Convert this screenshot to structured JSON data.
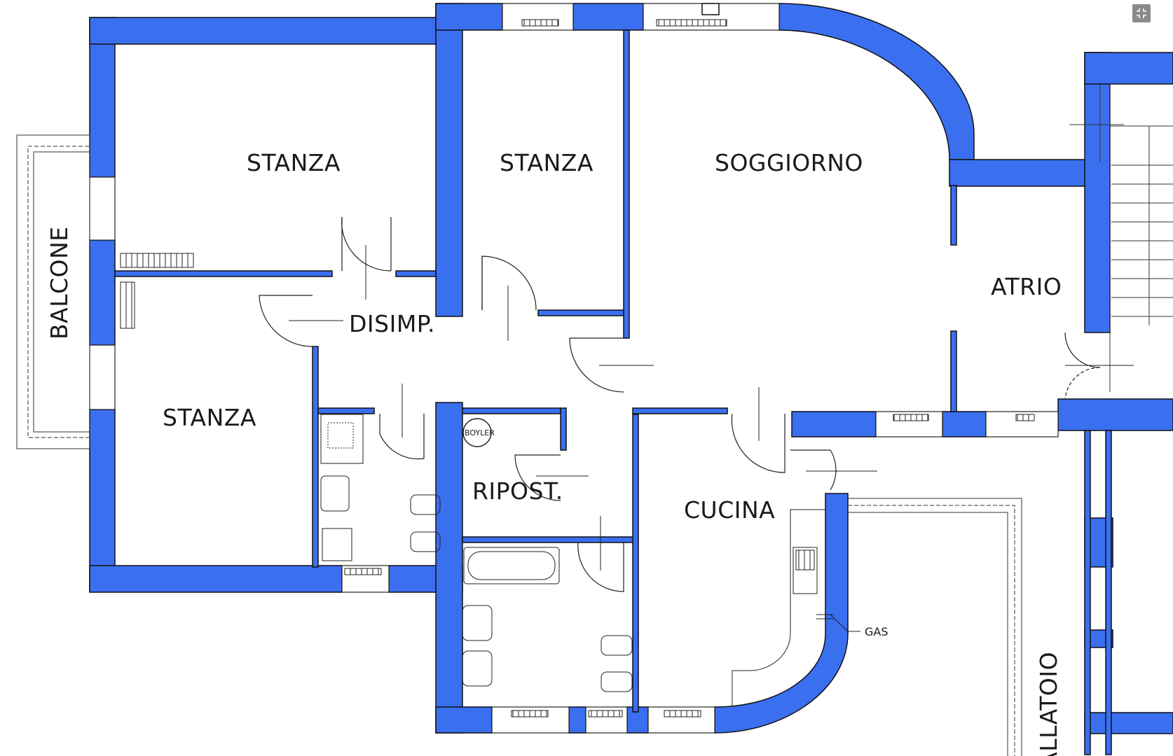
{
  "rooms": {
    "stanza_top_left": "STANZA",
    "stanza_top_mid": "STANZA",
    "soggiorno": "SOGGIORNO",
    "balcone": "BALCONE",
    "disimp": "DISIMP.",
    "atrio": "ATRIO",
    "stanza_bottom_left": "STANZA",
    "ripost": "RIPOST.",
    "cucina": "CUCINA",
    "ballatoio": "BALLATOIO"
  },
  "fixtures": {
    "boyler": "BOYLER",
    "gas": "GAS"
  },
  "colors": {
    "wall": "#3a6ff0",
    "line": "#1a1a1a",
    "background": "#ffffff"
  },
  "controls": {
    "collapse_icon": "collapse-icon"
  }
}
